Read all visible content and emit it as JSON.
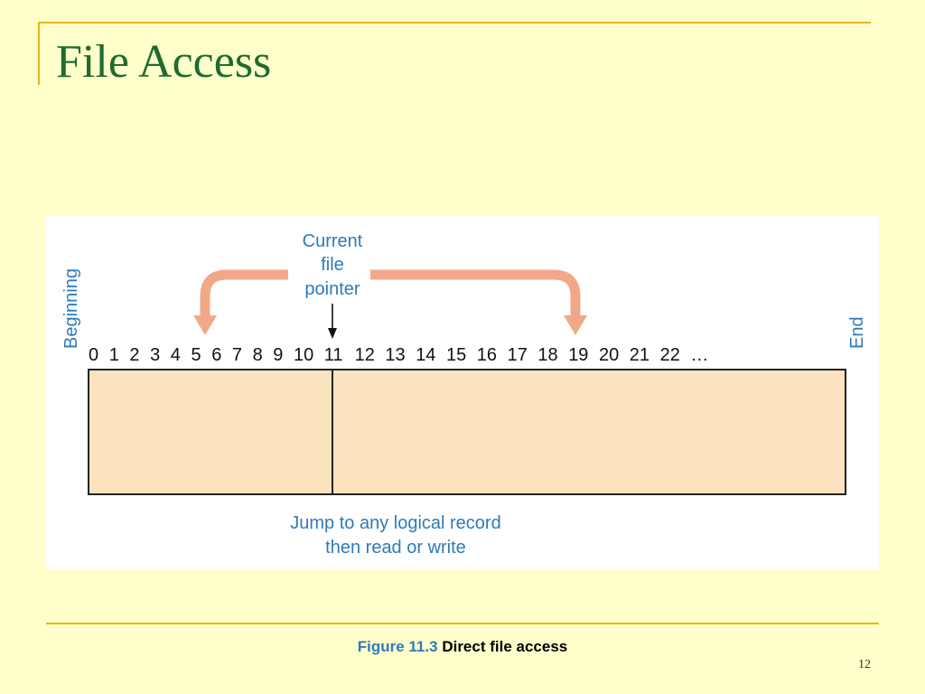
{
  "slide": {
    "title": "File Access",
    "page_number": "12"
  },
  "figure": {
    "pointer_label_lines": [
      "Current",
      "file",
      "pointer"
    ],
    "beginning_label": "Beginning",
    "end_label": "End",
    "record_numbers": [
      "0",
      "1",
      "2",
      "3",
      "4",
      "5",
      "6",
      "7",
      "8",
      "9",
      "10",
      "11",
      "12",
      "13",
      "14",
      "15",
      "16",
      "17",
      "18",
      "19",
      "20",
      "21",
      "22",
      "…"
    ],
    "current_record": "11",
    "bottom_label_lines": [
      "Jump to any logical record",
      "then read or write"
    ],
    "caption_number": "Figure 11.3",
    "caption_text": "Direct file access"
  },
  "colors": {
    "label_blue": "#2F7AB8",
    "arrow_salmon": "#F2A888",
    "file_fill": "#FBE3BE",
    "title_green": "#1E6B2E",
    "rule_gold": "#E6B800"
  }
}
